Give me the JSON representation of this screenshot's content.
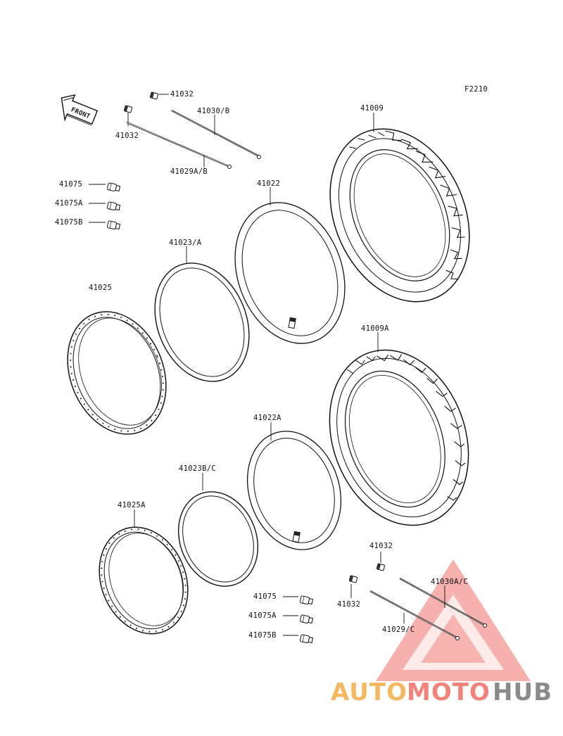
{
  "figure_code": "F2210",
  "front_arrow_label": "FRONT",
  "labels": {
    "p41032_top_a": "41032",
    "p41032_top_b": "41032",
    "p41030b": "41030/B",
    "p41029ab": "41029A/B",
    "p41009": "41009",
    "p41022": "41022",
    "p41075_top": "41075",
    "p41075a_top": "41075A",
    "p41075b_top": "41075B",
    "p41023a": "41023/A",
    "p41025": "41025",
    "p41009a": "41009A",
    "p41022a": "41022A",
    "p41023bc": "41023B/C",
    "p41025a": "41025A",
    "p41032_bot_a": "41032",
    "p41032_bot_b": "41032",
    "p41030ac": "41030A/C",
    "p41029c": "41029/C",
    "p41075_bot": "41075",
    "p41075a_bot": "41075A",
    "p41075b_bot": "41075B"
  },
  "watermark": {
    "auto": "AUTO",
    "moto": "MOTO",
    "hub": "HUB",
    "colors": {
      "auto": "#f4b860",
      "moto": "#f2837a",
      "hub": "#8a8a8a",
      "triangle": "#ef6f6a"
    }
  }
}
